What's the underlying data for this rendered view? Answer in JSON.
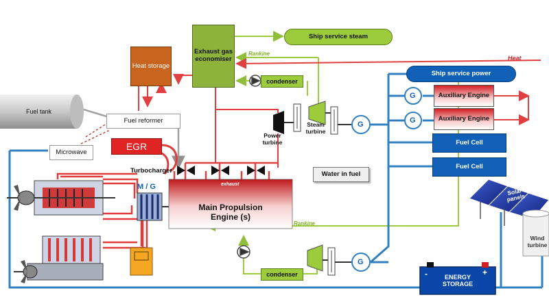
{
  "labels": {
    "ship_service_steam": "Ship service steam",
    "exhaust_gas_economiser": "Exhaust gas economiser",
    "heat_storage": "Heat storage",
    "rankine_top": "Rankine",
    "heat": "Heat",
    "ship_service_power": "Ship service power",
    "condenser_top": "condenser",
    "auxiliary_engine_1": "Auxiliary Engine",
    "auxiliary_engine_2": "Auxiliary Engine",
    "fuel_tank": "Fuel tank",
    "fuel_reformer": "Fuel reformer",
    "power_turbine": "Power turbine",
    "steam_turbine": "Steam turbine",
    "g": "G",
    "microwave": "Microwave",
    "egr": "EGR",
    "fuel_cell_1": "Fuel Cell",
    "fuel_cell_2": "Fuel Cell",
    "turbocharger": "Turbocharger",
    "water_in_fuel": "Water in fuel",
    "exhaust": "exhaust",
    "mg": "M / G",
    "main_engine": "Main Propulsion Engine (s)",
    "rankine_bottom": "Rankine",
    "solar_panels": "Solar panels",
    "condenser_bottom": "condenser",
    "wind_turbine": "Wind turbine",
    "energy_storage": "ENERGY STORAGE",
    "minus": "-",
    "plus": "+"
  },
  "colors": {
    "steam_green": "#9ccc3c",
    "heat_red": "#e04040",
    "power_blue": "#2f7fc1",
    "fuel_gray": "#a8a8a8",
    "economiser_green": "#8db33b",
    "heat_storage_orange": "#c8641e",
    "fuel_cell_blue": "#1160b8",
    "energy_storage_blue": "#0b47a8"
  },
  "icons": [
    "generator-icon",
    "condenser-pump-icon",
    "turbine-icon",
    "turbocharger-icon",
    "propeller-icon",
    "battery-icon",
    "solar-panel-icon",
    "wind-turbine-icon",
    "heat-exchanger-icon"
  ]
}
